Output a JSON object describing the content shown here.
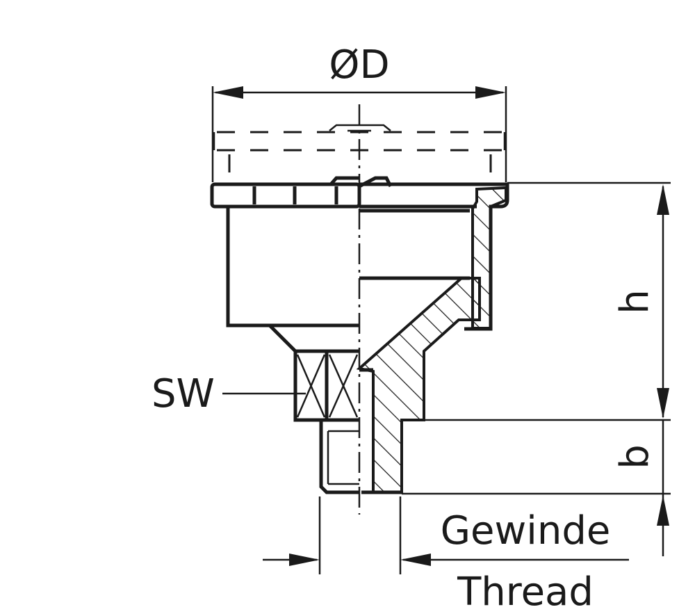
{
  "labels": {
    "diameter": "ØD",
    "height": "h",
    "thread_length": "b",
    "wrench_size": "SW",
    "thread_de": "Gewinde",
    "thread_en": "Thread"
  },
  "colors": {
    "line": "#1a1a1a",
    "background": "#ffffff"
  }
}
